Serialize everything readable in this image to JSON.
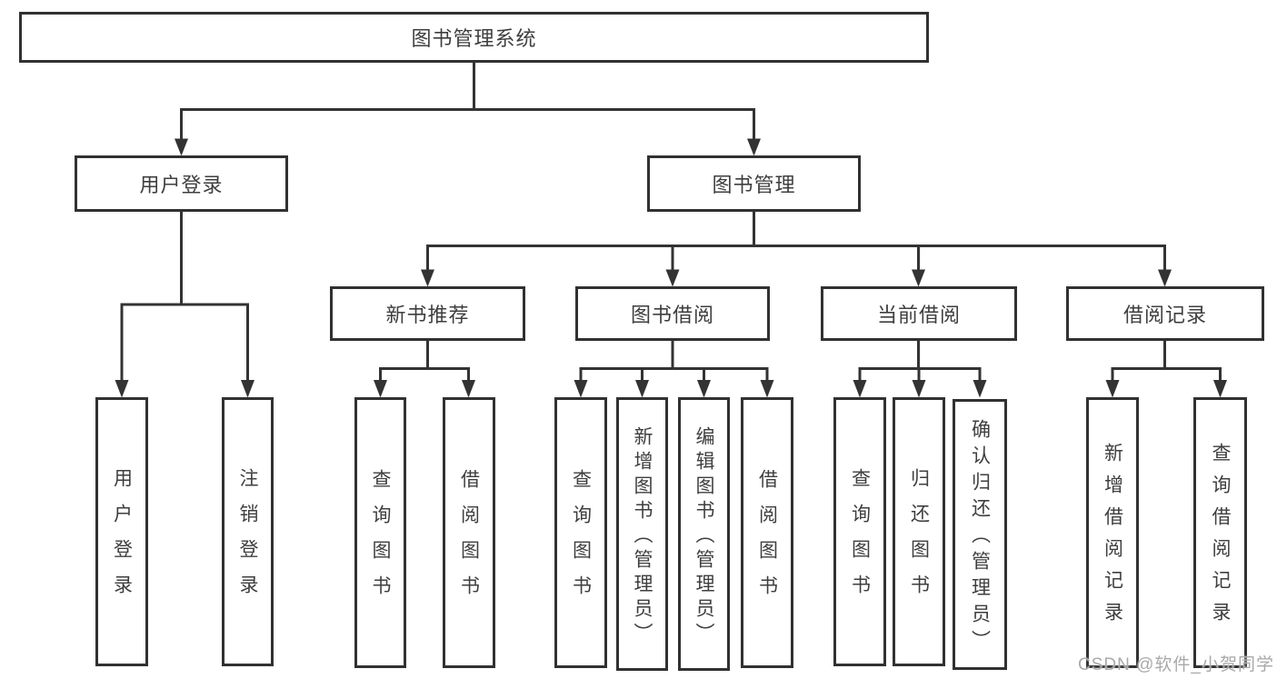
{
  "diagram": {
    "title": "图书管理系统",
    "type": "hierarchy-tree",
    "colors": {
      "line": "#333333",
      "node_border": "#313131",
      "text": "#3e3e3e",
      "background": "#ffffff",
      "watermark_text_color": "#a9a9a9"
    },
    "level2": [
      {
        "label": "用户登录"
      },
      {
        "label": "图书管理"
      }
    ],
    "level3": [
      {
        "label": "新书推荐"
      },
      {
        "label": "图书借阅"
      },
      {
        "label": "当前借阅"
      },
      {
        "label": "借阅记录"
      }
    ],
    "leaves": {
      "user": [
        "用户登录",
        "注销登录"
      ],
      "recommend": [
        "查询图书",
        "借阅图书"
      ],
      "borrow": [
        "查询图书",
        "新增图书（管理员）",
        "编辑图书（管理员）",
        "借阅图书"
      ],
      "current": [
        "查询图书",
        "归还图书",
        "确认归还（管理员）"
      ],
      "record": [
        "新增借阅记录",
        "查询借阅记录"
      ]
    },
    "watermark": "CSDN @软件_小贺同学"
  }
}
